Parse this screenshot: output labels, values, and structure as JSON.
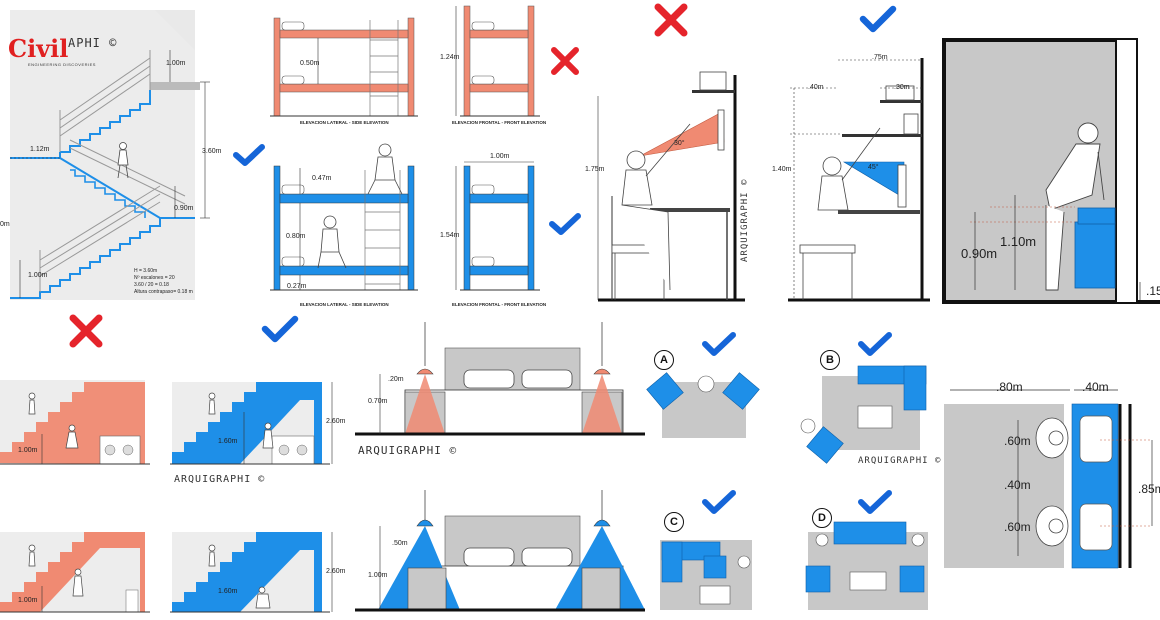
{
  "logo": {
    "text": "Civil",
    "tail": "APHI ©",
    "sub": "ENGINEERING DISCOVERIES"
  },
  "brand": {
    "watermark": "ARQUIGRAPHI ©",
    "vertical": "ARQUIGRAPHI ©"
  },
  "stairs": {
    "h_top": "1.00m",
    "width": "1.12m",
    "height": "3.60m",
    "rail": "0.90m",
    "bottom": "1.00m",
    "left_cut": "0m",
    "notes": [
      "H = 3.60m",
      "Nº escalones = 20",
      "3.60 / 20 = 0.18",
      "Altura contrapaso= 0.18 m"
    ]
  },
  "bunk": {
    "bad_side_gap": "0.50m",
    "bad_front_height": "1.24m",
    "good_top": "0.47m",
    "good_mid": "0.80m",
    "good_bottom": "0.27m",
    "good_front_width": "1.00m",
    "good_front_height": "1.54m",
    "cap_side": "ELEVACION LATERAL - SIDE ELEVATION",
    "cap_front": "ELEVACION FRONTAL - FRONT ELEVATION"
  },
  "desk": {
    "bad_height": "1.75m",
    "bad_angle": "30°",
    "good_w1": ".75m",
    "good_w2": ".40m",
    "good_w3": ".30m",
    "good_height": "1.40m",
    "good_angle": "45°"
  },
  "sink": {
    "h1": "0.90m",
    "h2": "1.10m",
    "toe": ".15"
  },
  "understair": {
    "h_left": "1.00m",
    "h_inner": "1.60m",
    "h_total": "2.60m"
  },
  "lamps": {
    "top_h1": ".20m",
    "top_h2": "0.70m",
    "bot_h1": ".50m",
    "bot_h2": "1.00m"
  },
  "sofa_letters": [
    "A",
    "B",
    "C",
    "D"
  ],
  "double_sink": {
    "w1": ".80m",
    "w2": ".40m",
    "d1": ".60m",
    "d2": ".40m",
    "d3": ".60m",
    "side": ".85m"
  },
  "colors": {
    "good": "#1e8fe8",
    "bad": "#f08a72",
    "check": "#1565d8",
    "cross": "#e5242b",
    "grey": "#c8c8c8"
  }
}
